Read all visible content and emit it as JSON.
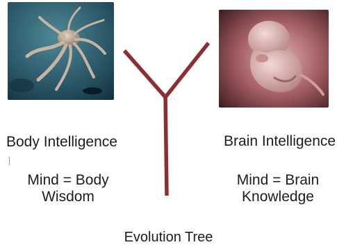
{
  "left_column": {
    "image": "octopus-photo",
    "title": "Body Intelligence",
    "equation_line1": "Mind = Body",
    "equation_line2": "Wisdom"
  },
  "right_column": {
    "image": "fetus-photo",
    "title": "Brain Intelligence",
    "equation_line1": "Mind = Brain",
    "equation_line2": "Knowledge"
  },
  "tree": {
    "caption": "Evolution Tree",
    "color": "#8c2f33"
  }
}
